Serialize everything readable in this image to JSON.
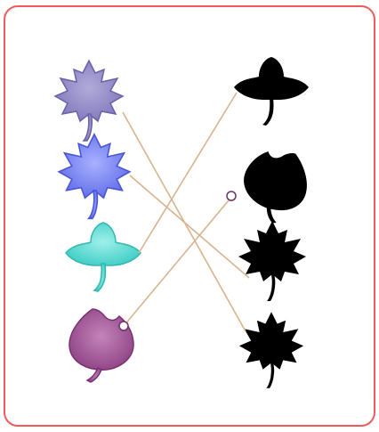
{
  "puzzle": {
    "colored_leaves": [
      {
        "shape": "maple-leaf",
        "color": "#8a82c0",
        "outline": "#6a62a8"
      },
      {
        "shape": "maple-leaf",
        "color": "#6b78ee",
        "outline": "#4b55d6"
      },
      {
        "shape": "lobed-leaf",
        "color": "#4fd6cf",
        "outline": "#33b7b1"
      },
      {
        "shape": "round-leaf",
        "color": "#9a4f91",
        "outline": "#7a3172"
      }
    ],
    "shadow_leaves": [
      {
        "shape": "lobed-leaf"
      },
      {
        "shape": "round-leaf"
      },
      {
        "shape": "maple-leaf"
      },
      {
        "shape": "maple-leaf"
      }
    ],
    "matching_lines": [
      {
        "from": 0,
        "to": 3
      },
      {
        "from": 1,
        "to": 2
      },
      {
        "from": 2,
        "to": 0
      },
      {
        "from": 3,
        "to": 1
      }
    ],
    "colors": {
      "card_border": "#ef5b5b",
      "line": "#d8b48e",
      "shadow": "#000000"
    }
  }
}
